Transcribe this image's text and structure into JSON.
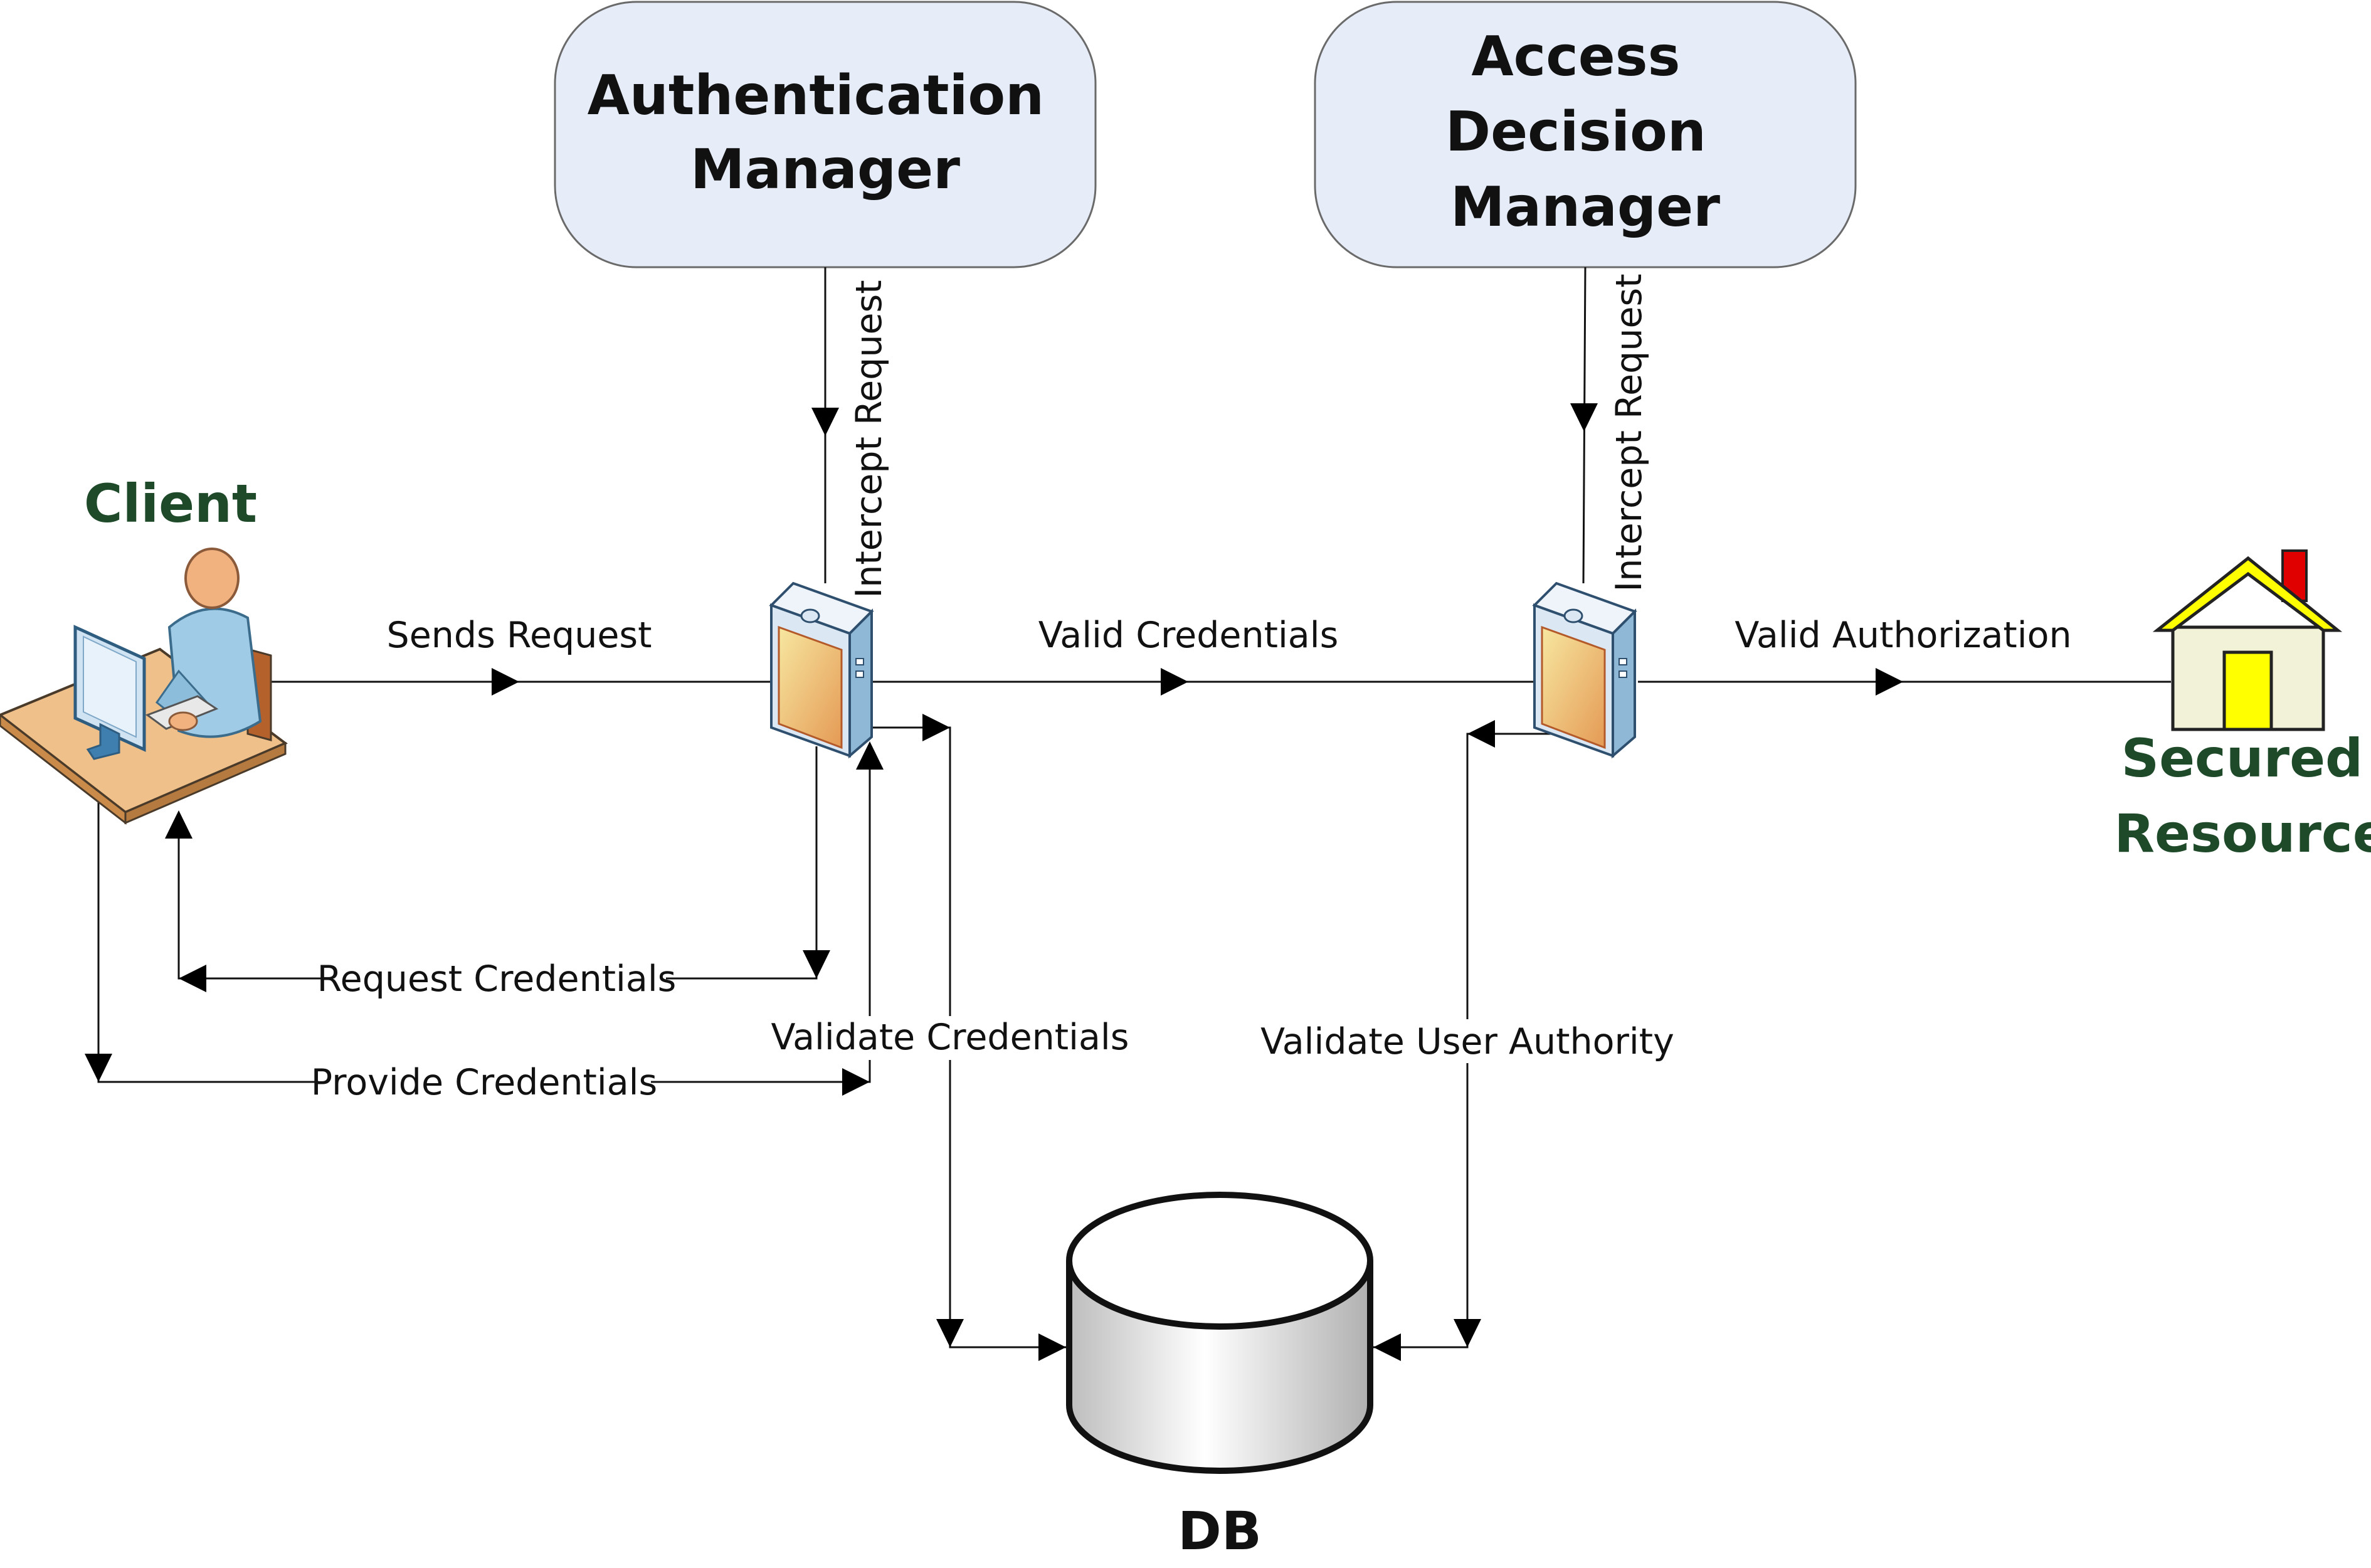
{
  "boxes": {
    "auth_manager": [
      "Authentication",
      "Manager"
    ],
    "access_manager": [
      "Access",
      "Decision",
      "Manager"
    ]
  },
  "nodes": {
    "client": "Client",
    "secured_resource": [
      "Secured",
      "Resource"
    ],
    "db": "DB"
  },
  "edges": {
    "sends_request": "Sends Request",
    "valid_credentials": "Valid Credentials",
    "valid_authorization": "Valid Authorization",
    "intercept_request_auth": "Intercept Request",
    "intercept_request_access": "Intercept Request",
    "request_credentials": "Request Credentials",
    "provide_credentials": "Provide Credentials",
    "validate_credentials": "Validate Credentials",
    "validate_user_authority": "Validate User Authority"
  },
  "colors": {
    "box_fill": "#e6edf8",
    "box_stroke": "#6a6a6a",
    "node_label": "#1e4a2a",
    "house_wall": "#f2f2d8",
    "house_roof": "#ffff00",
    "house_chimney": "#e00000",
    "house_door": "#ffff00",
    "server_body": "#dbe8f4",
    "server_panel": "#f2c98a"
  },
  "icons": {
    "client": "person-at-computer-icon",
    "filter_auth": "server-filter-icon",
    "filter_access": "server-filter-icon",
    "resource": "house-icon",
    "db": "database-cylinder-icon"
  }
}
